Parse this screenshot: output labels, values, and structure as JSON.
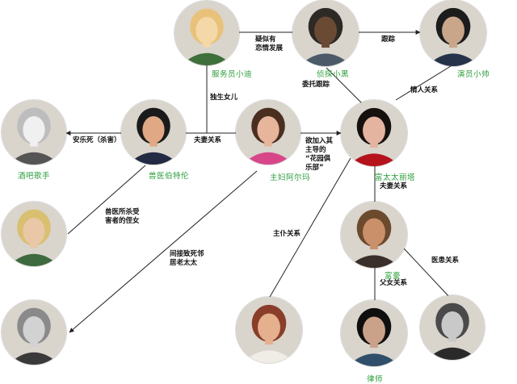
{
  "nodes": {
    "waitress": {
      "name": "服务员小迪",
      "colors": [
        "#e8c27a",
        "#f5d8a8",
        "#3f6f3a"
      ]
    },
    "detective": {
      "name": "侦探小黑",
      "colors": [
        "#2d2a26",
        "#6b4a34",
        "#4b5968"
      ]
    },
    "actor": {
      "name": "演员小帅",
      "colors": [
        "#1c1c1c",
        "#c9a58a",
        "#26324a"
      ]
    },
    "singer": {
      "name": "酒吧歌手",
      "colors": [
        "#bdbdbd",
        "#f0f0f0",
        "#555555"
      ]
    },
    "vet": {
      "name": "兽医伯特伦",
      "colors": [
        "#1a1a1a",
        "#e0a884",
        "#222a44"
      ]
    },
    "housewife": {
      "name": "主妇阿尔玛",
      "colors": [
        "#4a2e20",
        "#e7b59b",
        "#d8468a"
      ]
    },
    "rich_wife": {
      "name": "富太太丽塔",
      "colors": [
        "#14110f",
        "#e4b4a0",
        "#b5121b"
      ]
    },
    "niece": {
      "name": "",
      "colors": [
        "#d8c070",
        "#e9c7a7",
        "#3d6a3e"
      ]
    },
    "rich_man": {
      "name": "富豪",
      "colors": [
        "#6b4a2e",
        "#c9906a",
        "#3a2f2a"
      ]
    },
    "neighbor": {
      "name": "",
      "colors": [
        "#8a8a8a",
        "#d2d2d2",
        "#3a3a3a"
      ]
    },
    "maid": {
      "name": "",
      "colors": [
        "#8a3e2a",
        "#e4b08d",
        "#f0ece6"
      ]
    },
    "lawyer": {
      "name": "律师",
      "colors": [
        "#0f0f0f",
        "#caa28a",
        "#2f4f6a"
      ]
    },
    "doctor": {
      "name": "",
      "colors": [
        "#4a4a4a",
        "#c9c9c9",
        "#2a2a2a"
      ]
    }
  },
  "relations": {
    "waitress_detective": "疑似有\n恋情发展",
    "detective_actor": "跟踪",
    "waitress_vet": "独生女儿",
    "rich_detective": "委托跟踪",
    "rich_actor": "情人关系",
    "vet_singer": "安乐死（杀害）",
    "vet_housewife": "夫妻关系",
    "housewife_rich": "欲加入其\n主导的\n“花园俱\n乐部”",
    "rich_richman": "夫妻关系",
    "vet_niece": "兽医所杀受\n害者的侄女",
    "housewife_neighbor": "间接致死邻\n居老太太",
    "rich_maid": "主仆关系",
    "richman_lawyer": "父女关系",
    "richman_doctor": "医患关系"
  },
  "colors": {
    "line": "#222222",
    "name": "#2a9d3a"
  }
}
